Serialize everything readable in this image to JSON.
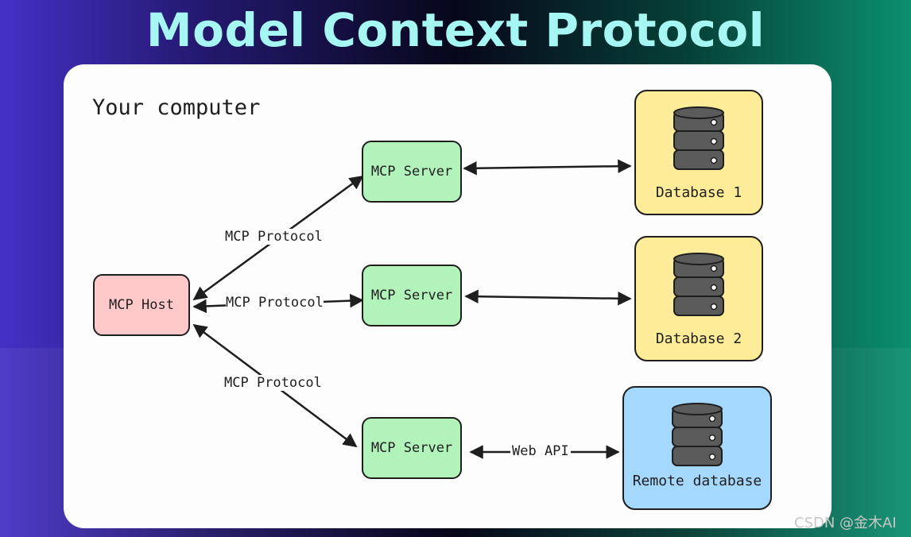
{
  "title": "Model Context Protocol",
  "panel": {
    "label": "Your computer"
  },
  "nodes": {
    "host": {
      "label": "MCP Host",
      "color": "#ffc9c9"
    },
    "servers": [
      {
        "label": "MCP Server",
        "color": "#b2f2bb"
      },
      {
        "label": "MCP Server",
        "color": "#b2f2bb"
      },
      {
        "label": "MCP Server",
        "color": "#b2f2bb"
      }
    ],
    "databases": [
      {
        "label": "Database 1",
        "color": "#ffec99",
        "icon": "database-icon"
      },
      {
        "label": "Database 2",
        "color": "#ffec99",
        "icon": "database-icon"
      },
      {
        "label": "Remote database",
        "color": "#a5d8ff",
        "icon": "database-icon"
      }
    ]
  },
  "edges": [
    {
      "from": "MCP Host",
      "to": "MCP Server 1",
      "label": "MCP Protocol"
    },
    {
      "from": "MCP Host",
      "to": "MCP Server 2",
      "label": "MCP Protocol"
    },
    {
      "from": "MCP Host",
      "to": "MCP Server 3",
      "label": "MCP Protocol"
    },
    {
      "from": "MCP Server 1",
      "to": "Database 1",
      "label": ""
    },
    {
      "from": "MCP Server 2",
      "to": "Database 2",
      "label": ""
    },
    {
      "from": "MCP Server 3",
      "to": "Remote database",
      "label": "Web API"
    }
  ],
  "watermark": "CSDN @金木AI"
}
